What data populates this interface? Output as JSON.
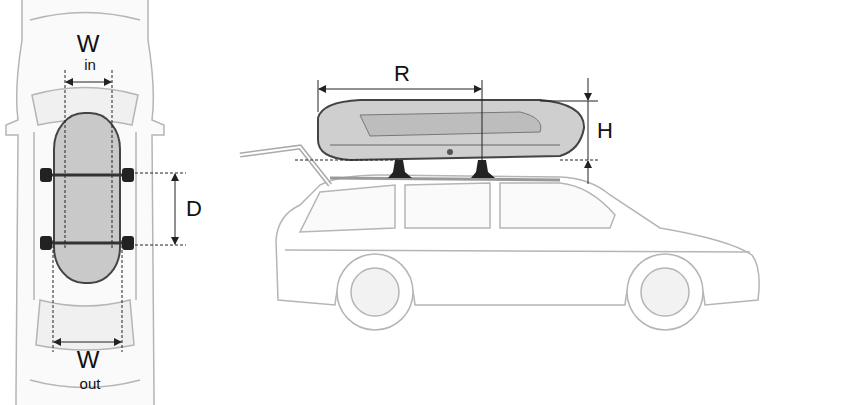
{
  "diagram": {
    "labels": [
      "W",
      "in",
      "D",
      "W",
      "out",
      "R",
      "H"
    ]
  }
}
